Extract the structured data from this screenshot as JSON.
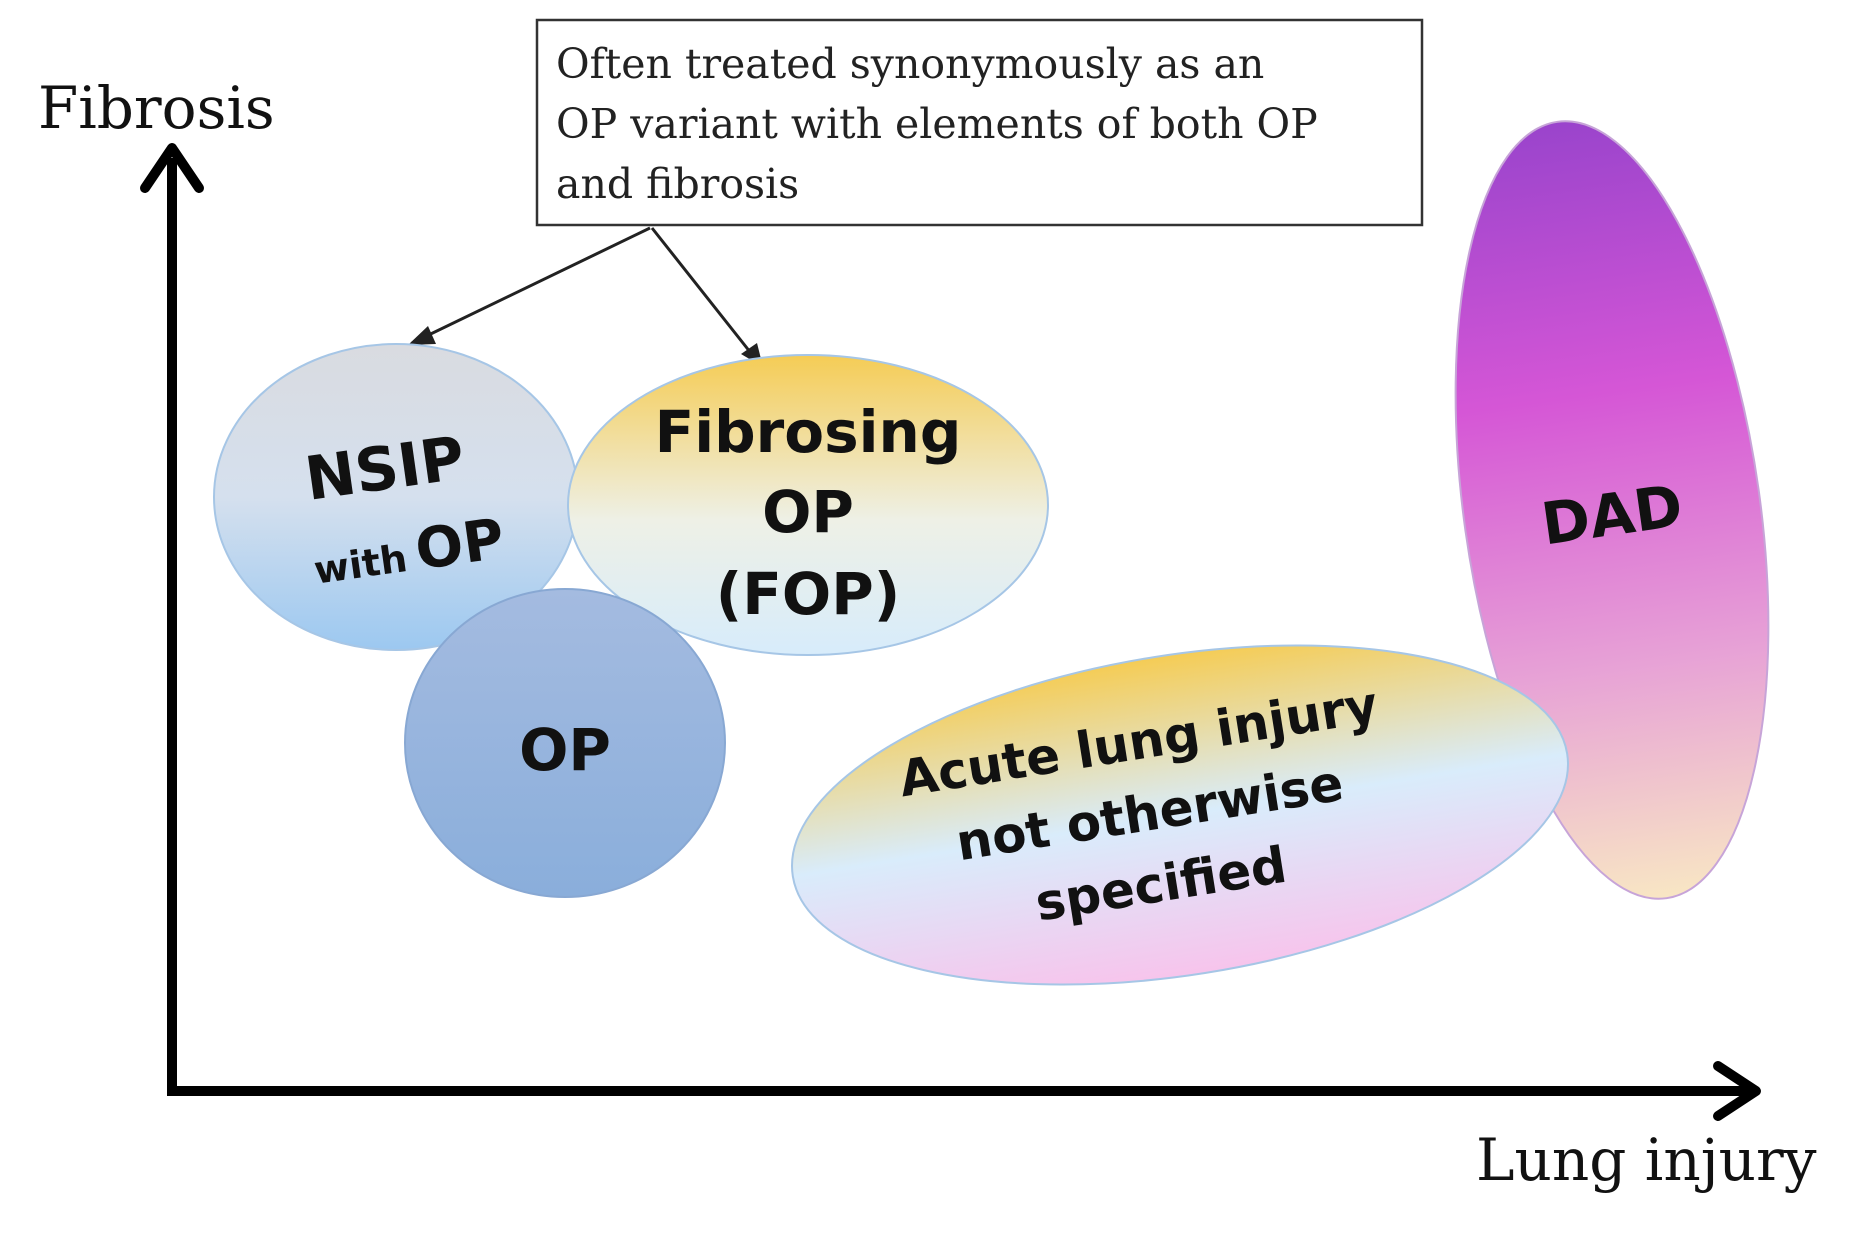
{
  "axes": {
    "y_label": "Fibrosis",
    "x_label": "Lung injury"
  },
  "note": {
    "lines": [
      "Often treated synonymously as an",
      "OP variant with elements of both OP",
      "and fibrosis"
    ]
  },
  "bubbles": {
    "nsip": {
      "line1": "NSIP",
      "line2_small": "with",
      "line2_large": "OP"
    },
    "fop": {
      "line1": "Fibrosing",
      "line2": "OP",
      "line3": "(FOP)"
    },
    "op": {
      "label": "OP"
    },
    "ali": {
      "line1": "Acute lung injury",
      "line2": "not otherwise",
      "line3": "specified"
    },
    "dad": {
      "label": "DAD"
    }
  },
  "colors": {
    "axis": "#000000",
    "nsip_top": "#d9dbe0",
    "nsip_bottom": "#9cc8f0",
    "fop_top": "#f5cc55",
    "fop_bottom": "#d7ecfb",
    "op_top": "#a4bbe0",
    "op_bottom": "#8aaedb",
    "ali_top": "#f5cc55",
    "ali_mid": "#d9ecfb",
    "ali_bottom": "#f7c4ec",
    "dad_top": "#9a44cc",
    "dad_mid": "#d556d6",
    "dad_bottom": "#f8e6c4"
  }
}
